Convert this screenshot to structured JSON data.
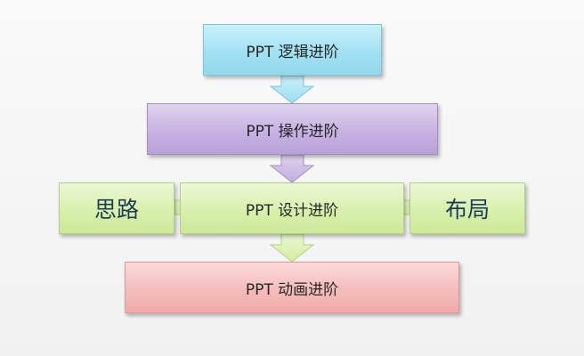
{
  "diagram": {
    "boxes": {
      "logic": "PPT 逻辑进阶",
      "operation": "PPT 操作进阶",
      "design": "PPT 设计进阶",
      "thinking": "思路",
      "layout": "布局",
      "animation": "PPT 动画进阶"
    },
    "colors": {
      "logic": "#a2e1f3",
      "operation": "#c7b2e2",
      "design": "#d8f0ac",
      "animation": "#f6bcbc"
    }
  }
}
